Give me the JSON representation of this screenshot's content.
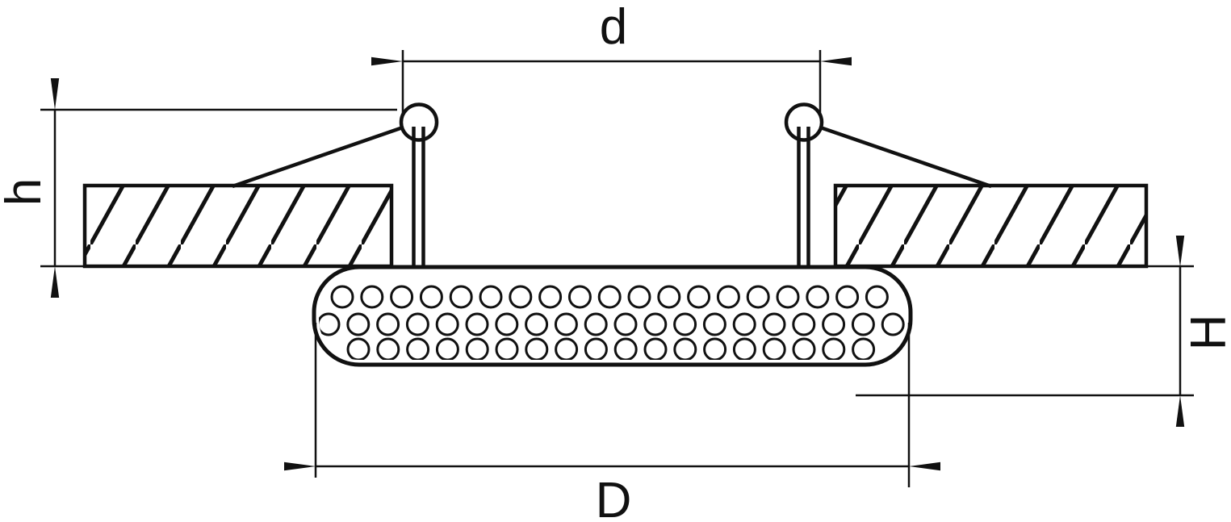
{
  "diagram": {
    "kind": "technical-drawing",
    "subject": "recessed-downlight-cross-section",
    "labels": {
      "cutout_diameter": "d",
      "recess_height": "h",
      "overall_diameter": "D",
      "body_height": "H"
    },
    "colors": {
      "line": "#111111",
      "background": "#ffffff"
    }
  }
}
